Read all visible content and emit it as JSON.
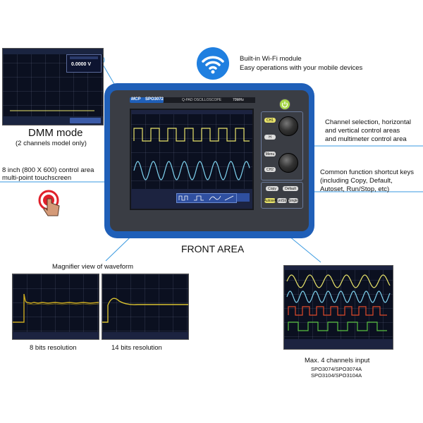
{
  "top_right": {
    "wifi_title": "Built-in Wi-Fi module",
    "wifi_subtitle": "Easy operations with your mobile devices"
  },
  "dmm": {
    "title": "DMM mode",
    "subtitle": "(2 channels model only)",
    "reading": "0.0000 V"
  },
  "left_labels": {
    "touchscreen_line1": "8 inch (800 X 600) control area",
    "touchscreen_line2": "multi-point touchscreen"
  },
  "right_labels": {
    "channel_line1": "Channel selection, horizontal",
    "channel_line2": "and vertical control areas",
    "channel_line3": "and multimeter control area",
    "shortcut_line1": "Common function shortcut keys",
    "shortcut_line2": "(including Copy, Default,",
    "shortcut_line3": "Autoset, Run/Stop, etc)"
  },
  "device": {
    "brand": "MCP",
    "model": "SPO3072",
    "product_name": "Q-PAD OSCILLOSCOPE",
    "bandwidth": "70MHz",
    "front_label": "FRONT AREA",
    "buttons": {
      "ch1": "CH1",
      "ch2": "CH2",
      "horiz": "H",
      "menu": "Menu",
      "copy": "Copy",
      "default": "Default",
      "autoset": "Autoset",
      "runstop": "Run/Stop",
      "single": "Single"
    }
  },
  "magnifier": {
    "title": "Magnifier view of waveform",
    "left_caption": "8 bits resolution",
    "right_caption": "14 bits resolution"
  },
  "four_channel": {
    "caption": "Max. 4 channels input",
    "models_line1": "SPO3074/SPO3074A",
    "models_line2": "SPO3104/SPO3104A"
  },
  "colors": {
    "device_blue": "#1f5fb8",
    "ch1_yellow": "#e8e36a",
    "ch2_cyan": "#7fd3f0",
    "ch3_red": "#e04a2a",
    "ch4_green": "#58c040",
    "callout_line": "#2b8fd8"
  }
}
